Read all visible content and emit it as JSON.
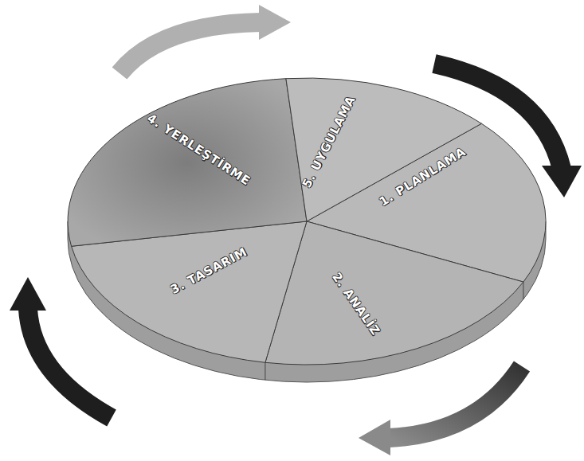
{
  "diagram": {
    "nodes": [
      {
        "text": [
          "1. PLANLAMA"
        ]
      },
      {
        "text": [
          "2. ANALİZ"
        ]
      },
      {
        "text": [
          "3. TASARIM"
        ]
      },
      {
        "text": [
          "4. YERLEŞTİRME"
        ]
      },
      {
        "text": [
          "5. UYGULAMA"
        ]
      }
    ]
  }
}
